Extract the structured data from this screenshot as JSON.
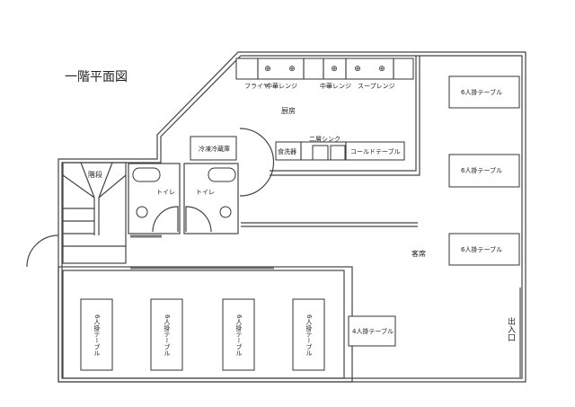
{
  "title": "一階平面図",
  "kitchen": {
    "label": "厨房",
    "equipment": [
      "フライヤ",
      "中華レンジ",
      "中華レンジ",
      "スープレンジ"
    ],
    "freezer": "冷凍冷蔵庫",
    "dishwasher": "食洗器",
    "sink": "二層シンク",
    "cold_table": "コールドテーブル"
  },
  "stairs": "階段",
  "toilets": [
    "トイレ",
    "トイレ"
  ],
  "dining": {
    "label": "客席",
    "side_tables": [
      "6人掛テーブル",
      "6人掛テーブル",
      "6人掛テーブル"
    ],
    "four_table": "4人掛テーブル",
    "room_tables": [
      "6人掛テーブル",
      "6人掛テーブル",
      "6人掛テーブル",
      "6人掛テーブル"
    ],
    "entrance": "出入口"
  }
}
